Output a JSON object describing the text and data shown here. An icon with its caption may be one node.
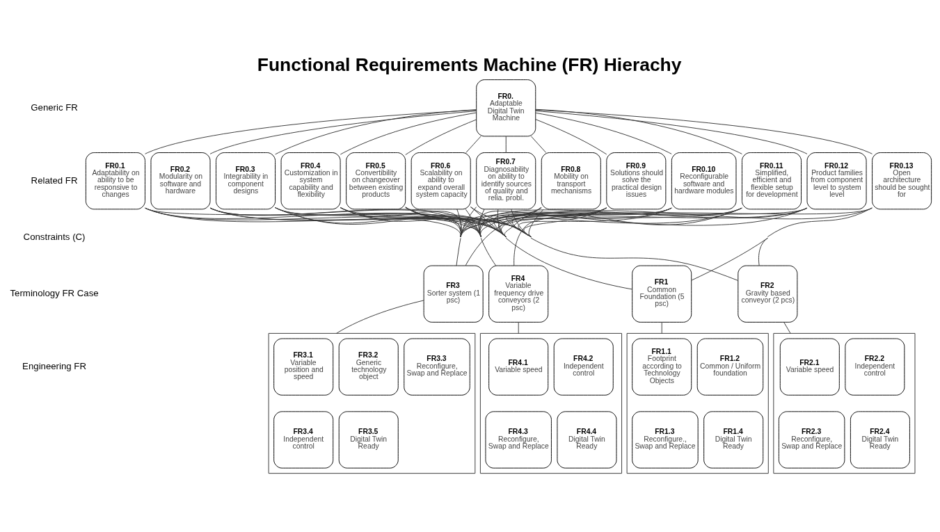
{
  "diagram": {
    "title": "Functional Requirements Machine (FR) Hierachy",
    "nodes": [
      {
        "text": [
          "FR0.",
          "Adaptable Digital Twin Machine"
        ]
      },
      {
        "text": [
          "FR0.1",
          "Adaptability on ability to be responsive to changes"
        ]
      },
      {
        "text": [
          "FR0.2",
          "Modularity on software and hardware"
        ]
      },
      {
        "text": [
          "FR0.3",
          "Integrability in component designs"
        ]
      },
      {
        "text": [
          "FR0.4",
          "Customization in system capability and flexibility"
        ]
      },
      {
        "text": [
          "FR0.5",
          "Convertibility on changeover between existing products"
        ]
      },
      {
        "text": [
          "FR0.6",
          "Scalability on ability to expand overall system capacity"
        ]
      },
      {
        "text": [
          "FR0.7",
          "Diagnosability on ability to identify sources of quality and relia. probl."
        ]
      },
      {
        "text": [
          "FR0.8",
          "Mobility on transport mechanisms"
        ]
      },
      {
        "text": [
          "FR0.9",
          "Solutions should solve the practical design issues"
        ]
      },
      {
        "text": [
          "FR0.10",
          "Reconfigurable software and hardware modules"
        ]
      },
      {
        "text": [
          "FR0.11",
          "Simplified, efficient and flexible setup for development"
        ]
      },
      {
        "text": [
          "FR0.12",
          "Product families from component level to system level"
        ]
      },
      {
        "text": [
          "FR0.13",
          "Open architecture should be sought for"
        ]
      },
      {
        "text": [
          "FR1",
          "Common Foundation (5 psc)"
        ]
      },
      {
        "text": [
          "FR2",
          "Gravity based conveyor (2 pcs)"
        ]
      },
      {
        "text": [
          "FR3",
          "Sorter system (1 psc)"
        ]
      },
      {
        "text": [
          "FR4",
          "Variable frequency drive conveyors (2 psc)"
        ]
      },
      {
        "text": [],
        "shape": "box"
      },
      {
        "text": [
          "FR1.1",
          "Footprint according to Technology Objects"
        ],
        "in": 18
      },
      {
        "text": [
          "FR1.2",
          "Common / Uniform foundation"
        ],
        "in": 18
      },
      {
        "text": [
          "FR1.3",
          "Reconfigure., Swap and Replace"
        ],
        "in": 18
      },
      {
        "text": [
          "FR1.4",
          "Digital Twin Ready"
        ],
        "in": 18
      },
      {
        "text": [],
        "shape": "box"
      },
      {
        "text": [
          "FR2.1",
          "Variable speed"
        ],
        "in": 23
      },
      {
        "text": [
          "FR2.2",
          "Independent control"
        ],
        "in": 23
      },
      {
        "text": [
          "FR2.3",
          "Reconfigure, Swap and Replace"
        ],
        "in": 23
      },
      {
        "text": [
          "FR2.4",
          "Digital Twin Ready"
        ],
        "in": 23
      },
      {
        "text": [],
        "shape": "box"
      },
      {
        "text": [
          "FR3.1",
          "Variable position and speed"
        ],
        "in": 28
      },
      {
        "text": [
          "FR3.2",
          "Generic technology object"
        ],
        "in": 28
      },
      {
        "text": [
          "FR3.3",
          "Reconfigure, Swap and Replace"
        ],
        "in": 28
      },
      {
        "text": [
          "FR3.4",
          "Independent control"
        ],
        "in": 28
      },
      {
        "text": [
          "FR3.5",
          "Digital Twin Ready"
        ],
        "in": 28
      },
      {
        "text": [],
        "shape": "box"
      },
      {
        "text": [
          "FR4.1",
          "Variable speed"
        ],
        "in": 34
      },
      {
        "text": [
          "FR4.2",
          "Independent control"
        ],
        "in": 34
      },
      {
        "text": [
          "FR4.3",
          "Reconfigure, Swap and Replace"
        ],
        "in": 34
      },
      {
        "text": [
          "FR4.4",
          "Digital Twin Ready"
        ],
        "in": 34
      }
    ],
    "edges": [
      {
        "from": 0,
        "to": 1,
        "arrow": "none"
      },
      {
        "from": 0,
        "to": 2,
        "arrow": "none"
      },
      {
        "from": 0,
        "to": 3,
        "arrow": "none"
      },
      {
        "from": 0,
        "to": 4,
        "arrow": "none"
      },
      {
        "from": 0,
        "to": 5,
        "arrow": "none"
      },
      {
        "from": 0,
        "to": 6,
        "arrow": "none"
      },
      {
        "from": 0,
        "to": 7,
        "arrow": "none"
      },
      {
        "from": 0,
        "to": 8,
        "arrow": "none"
      },
      {
        "from": 0,
        "to": 9,
        "arrow": "none"
      },
      {
        "from": 0,
        "to": 10,
        "arrow": "none"
      },
      {
        "from": 0,
        "to": 11,
        "arrow": "none"
      },
      {
        "from": 0,
        "to": 12,
        "arrow": "none"
      },
      {
        "from": 0,
        "to": 13,
        "arrow": "none"
      },
      {
        "from": 1,
        "to": 14,
        "arrow": "none"
      },
      {
        "from": 1,
        "to": 15,
        "arrow": "none"
      },
      {
        "from": 1,
        "to": 16,
        "arrow": "none"
      },
      {
        "from": 1,
        "to": 17,
        "arrow": "none"
      },
      {
        "from": 2,
        "to": 14,
        "arrow": "none"
      },
      {
        "from": 2,
        "to": 15,
        "arrow": "none"
      },
      {
        "from": 2,
        "to": 16,
        "arrow": "none"
      },
      {
        "from": 2,
        "to": 17,
        "arrow": "none"
      },
      {
        "from": 3,
        "to": 14,
        "arrow": "none"
      },
      {
        "from": 3,
        "to": 15,
        "arrow": "none"
      },
      {
        "from": 3,
        "to": 16,
        "arrow": "none"
      },
      {
        "from": 3,
        "to": 17,
        "arrow": "none"
      },
      {
        "from": 4,
        "to": 14,
        "arrow": "none"
      },
      {
        "from": 4,
        "to": 15,
        "arrow": "none"
      },
      {
        "from": 4,
        "to": 16,
        "arrow": "none"
      },
      {
        "from": 4,
        "to": 17,
        "arrow": "none"
      },
      {
        "from": 5,
        "to": 14,
        "arrow": "none"
      },
      {
        "from": 5,
        "to": 15,
        "arrow": "none"
      },
      {
        "from": 5,
        "to": 16,
        "arrow": "none"
      },
      {
        "from": 5,
        "to": 17,
        "arrow": "none"
      },
      {
        "from": 6,
        "to": 14,
        "arrow": "none"
      },
      {
        "from": 6,
        "to": 15,
        "arrow": "none"
      },
      {
        "from": 6,
        "to": 16,
        "arrow": "none"
      },
      {
        "from": 6,
        "to": 17,
        "arrow": "none"
      },
      {
        "from": 7,
        "to": 14,
        "arrow": "none"
      },
      {
        "from": 7,
        "to": 15,
        "arrow": "none"
      },
      {
        "from": 7,
        "to": 16,
        "arrow": "none"
      },
      {
        "from": 7,
        "to": 17,
        "arrow": "none"
      },
      {
        "from": 8,
        "to": 14,
        "arrow": "none"
      },
      {
        "from": 8,
        "to": 15,
        "arrow": "none"
      },
      {
        "from": 8,
        "to": 16,
        "arrow": "none"
      },
      {
        "from": 8,
        "to": 17,
        "arrow": "none"
      },
      {
        "from": 9,
        "to": 14,
        "arrow": "none"
      },
      {
        "from": 9,
        "to": 15,
        "arrow": "none"
      },
      {
        "from": 9,
        "to": 16,
        "arrow": "none"
      },
      {
        "from": 9,
        "to": 17,
        "arrow": "none"
      },
      {
        "from": 10,
        "to": 14,
        "arrow": "none"
      },
      {
        "from": 10,
        "to": 15,
        "arrow": "none"
      },
      {
        "from": 10,
        "to": 16,
        "arrow": "none"
      },
      {
        "from": 10,
        "to": 17,
        "arrow": "none"
      },
      {
        "from": 11,
        "to": 14,
        "arrow": "none"
      },
      {
        "from": 11,
        "to": 15,
        "arrow": "none"
      },
      {
        "from": 11,
        "to": 16,
        "arrow": "none"
      },
      {
        "from": 11,
        "to": 17,
        "arrow": "none"
      },
      {
        "from": 12,
        "to": 14,
        "arrow": "none"
      },
      {
        "from": 12,
        "to": 15,
        "arrow": "none"
      },
      {
        "from": 12,
        "to": 16,
        "arrow": "none"
      },
      {
        "from": 12,
        "to": 17,
        "arrow": "none"
      },
      {
        "from": 13,
        "to": 14,
        "arrow": "none"
      },
      {
        "from": 13,
        "to": 15,
        "arrow": "none"
      },
      {
        "from": 13,
        "to": 16,
        "arrow": "none"
      },
      {
        "from": 13,
        "to": 17,
        "arrow": "none"
      },
      {
        "from": 14,
        "to": 18,
        "arrow": "none"
      },
      {
        "from": 15,
        "to": 23,
        "arrow": "none"
      },
      {
        "from": 16,
        "to": 28,
        "arrow": "none"
      },
      {
        "from": 17,
        "to": 34,
        "arrow": "none"
      }
    ],
    "labels": [
      "Generic FR",
      "Related FR",
      "Constraints (C)",
      "Terminology FR Case",
      "Engineering FR"
    ]
  }
}
